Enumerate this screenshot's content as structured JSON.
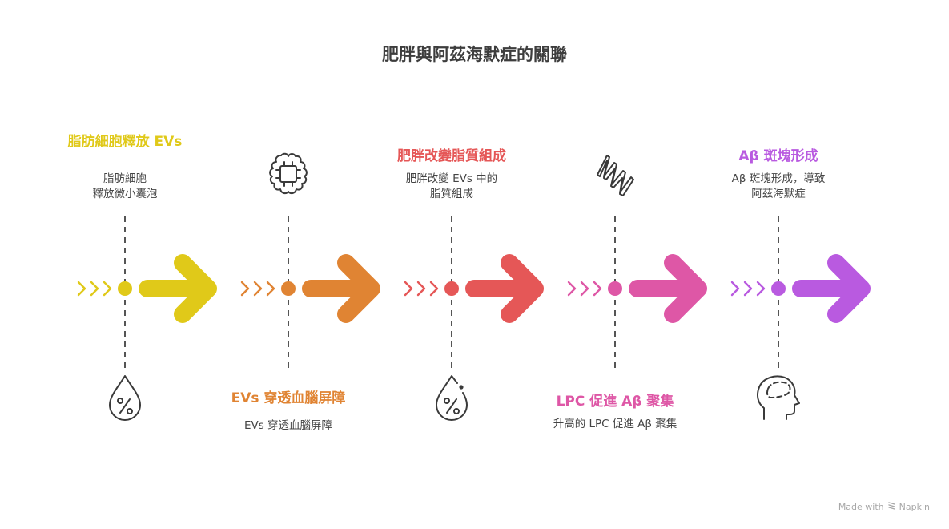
{
  "title": "肥胖與阿茲海默症的關聯",
  "steps": [
    {
      "title": "脂肪細胞釋放 EVs",
      "description": "脂肪細胞\n釋放微小囊泡",
      "icon": "water-drop-percent-icon",
      "color": "#E0C919",
      "label_position": "top"
    },
    {
      "title": "EVs 穿透血腦屏障",
      "description": "EVs 穿透血腦屏障",
      "icon": "brain-chip-icon",
      "color": "#E08433",
      "label_position": "bottom"
    },
    {
      "title": "肥胖改變脂質組成",
      "description": "肥胖改變 EVs 中的\n脂質組成",
      "icon": "water-drop-percent-icon",
      "color": "#E55757",
      "label_position": "top"
    },
    {
      "title": "LPC 促進 Aβ 聚集",
      "description": "升高的 LPC 促進 Aβ 聚集",
      "icon": "coil-spring-icon",
      "color": "#DE57A6",
      "label_position": "bottom"
    },
    {
      "title": "Aβ 斑塊形成",
      "description": "Aβ 斑塊形成，導致\n阿茲海默症",
      "icon": "head-brain-icon",
      "color": "#B95AE0",
      "label_position": "top"
    }
  ],
  "footer": {
    "made_with": "Made with",
    "brand": "Napkin"
  }
}
